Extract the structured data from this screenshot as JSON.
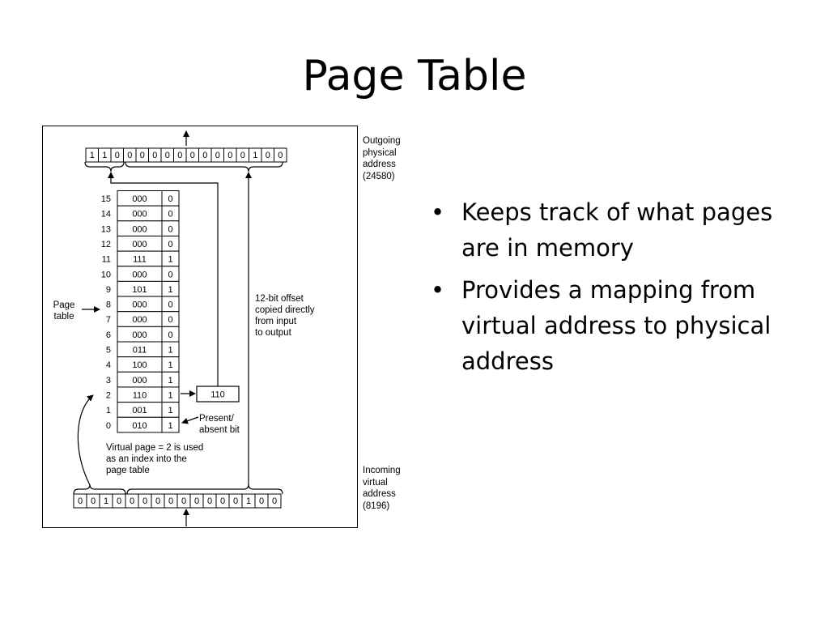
{
  "slide": {
    "title": "Page Table",
    "bullets": [
      "Keeps track of what pages are in memory",
      "Provides a mapping from virtual address to physical address"
    ]
  },
  "diagram": {
    "outgoing_bits": [
      "1",
      "1",
      "0",
      "0",
      "0",
      "0",
      "0",
      "0",
      "0",
      "0",
      "0",
      "0",
      "0",
      "1",
      "0",
      "0"
    ],
    "incoming_bits": [
      "0",
      "0",
      "1",
      "0",
      "0",
      "0",
      "0",
      "0",
      "0",
      "0",
      "0",
      "0",
      "0",
      "1",
      "0",
      "0"
    ],
    "page_table": [
      {
        "index": "15",
        "frame": "000",
        "present": "0"
      },
      {
        "index": "14",
        "frame": "000",
        "present": "0"
      },
      {
        "index": "13",
        "frame": "000",
        "present": "0"
      },
      {
        "index": "12",
        "frame": "000",
        "present": "0"
      },
      {
        "index": "11",
        "frame": "111",
        "present": "1"
      },
      {
        "index": "10",
        "frame": "000",
        "present": "0"
      },
      {
        "index": "9",
        "frame": "101",
        "present": "1"
      },
      {
        "index": "8",
        "frame": "000",
        "present": "0"
      },
      {
        "index": "7",
        "frame": "000",
        "present": "0"
      },
      {
        "index": "6",
        "frame": "000",
        "present": "0"
      },
      {
        "index": "5",
        "frame": "011",
        "present": "1"
      },
      {
        "index": "4",
        "frame": "100",
        "present": "1"
      },
      {
        "index": "3",
        "frame": "000",
        "present": "1"
      },
      {
        "index": "2",
        "frame": "110",
        "present": "1"
      },
      {
        "index": "1",
        "frame": "001",
        "present": "1"
      },
      {
        "index": "0",
        "frame": "010",
        "present": "1"
      }
    ],
    "output_frame": "110",
    "labels": {
      "outgoing": [
        "Outgoing",
        "physical",
        "address",
        "(24580)"
      ],
      "incoming": [
        "Incoming",
        "virtual",
        "address",
        "(8196)"
      ],
      "page_table": [
        "Page",
        "table"
      ],
      "offset": [
        "12-bit offset",
        "copied directly",
        "from input",
        "to output"
      ],
      "present_bit": [
        "Present/",
        "absent bit"
      ],
      "virtual_page": [
        "Virtual page = 2 is used",
        "as an index into the",
        "page table"
      ]
    }
  }
}
